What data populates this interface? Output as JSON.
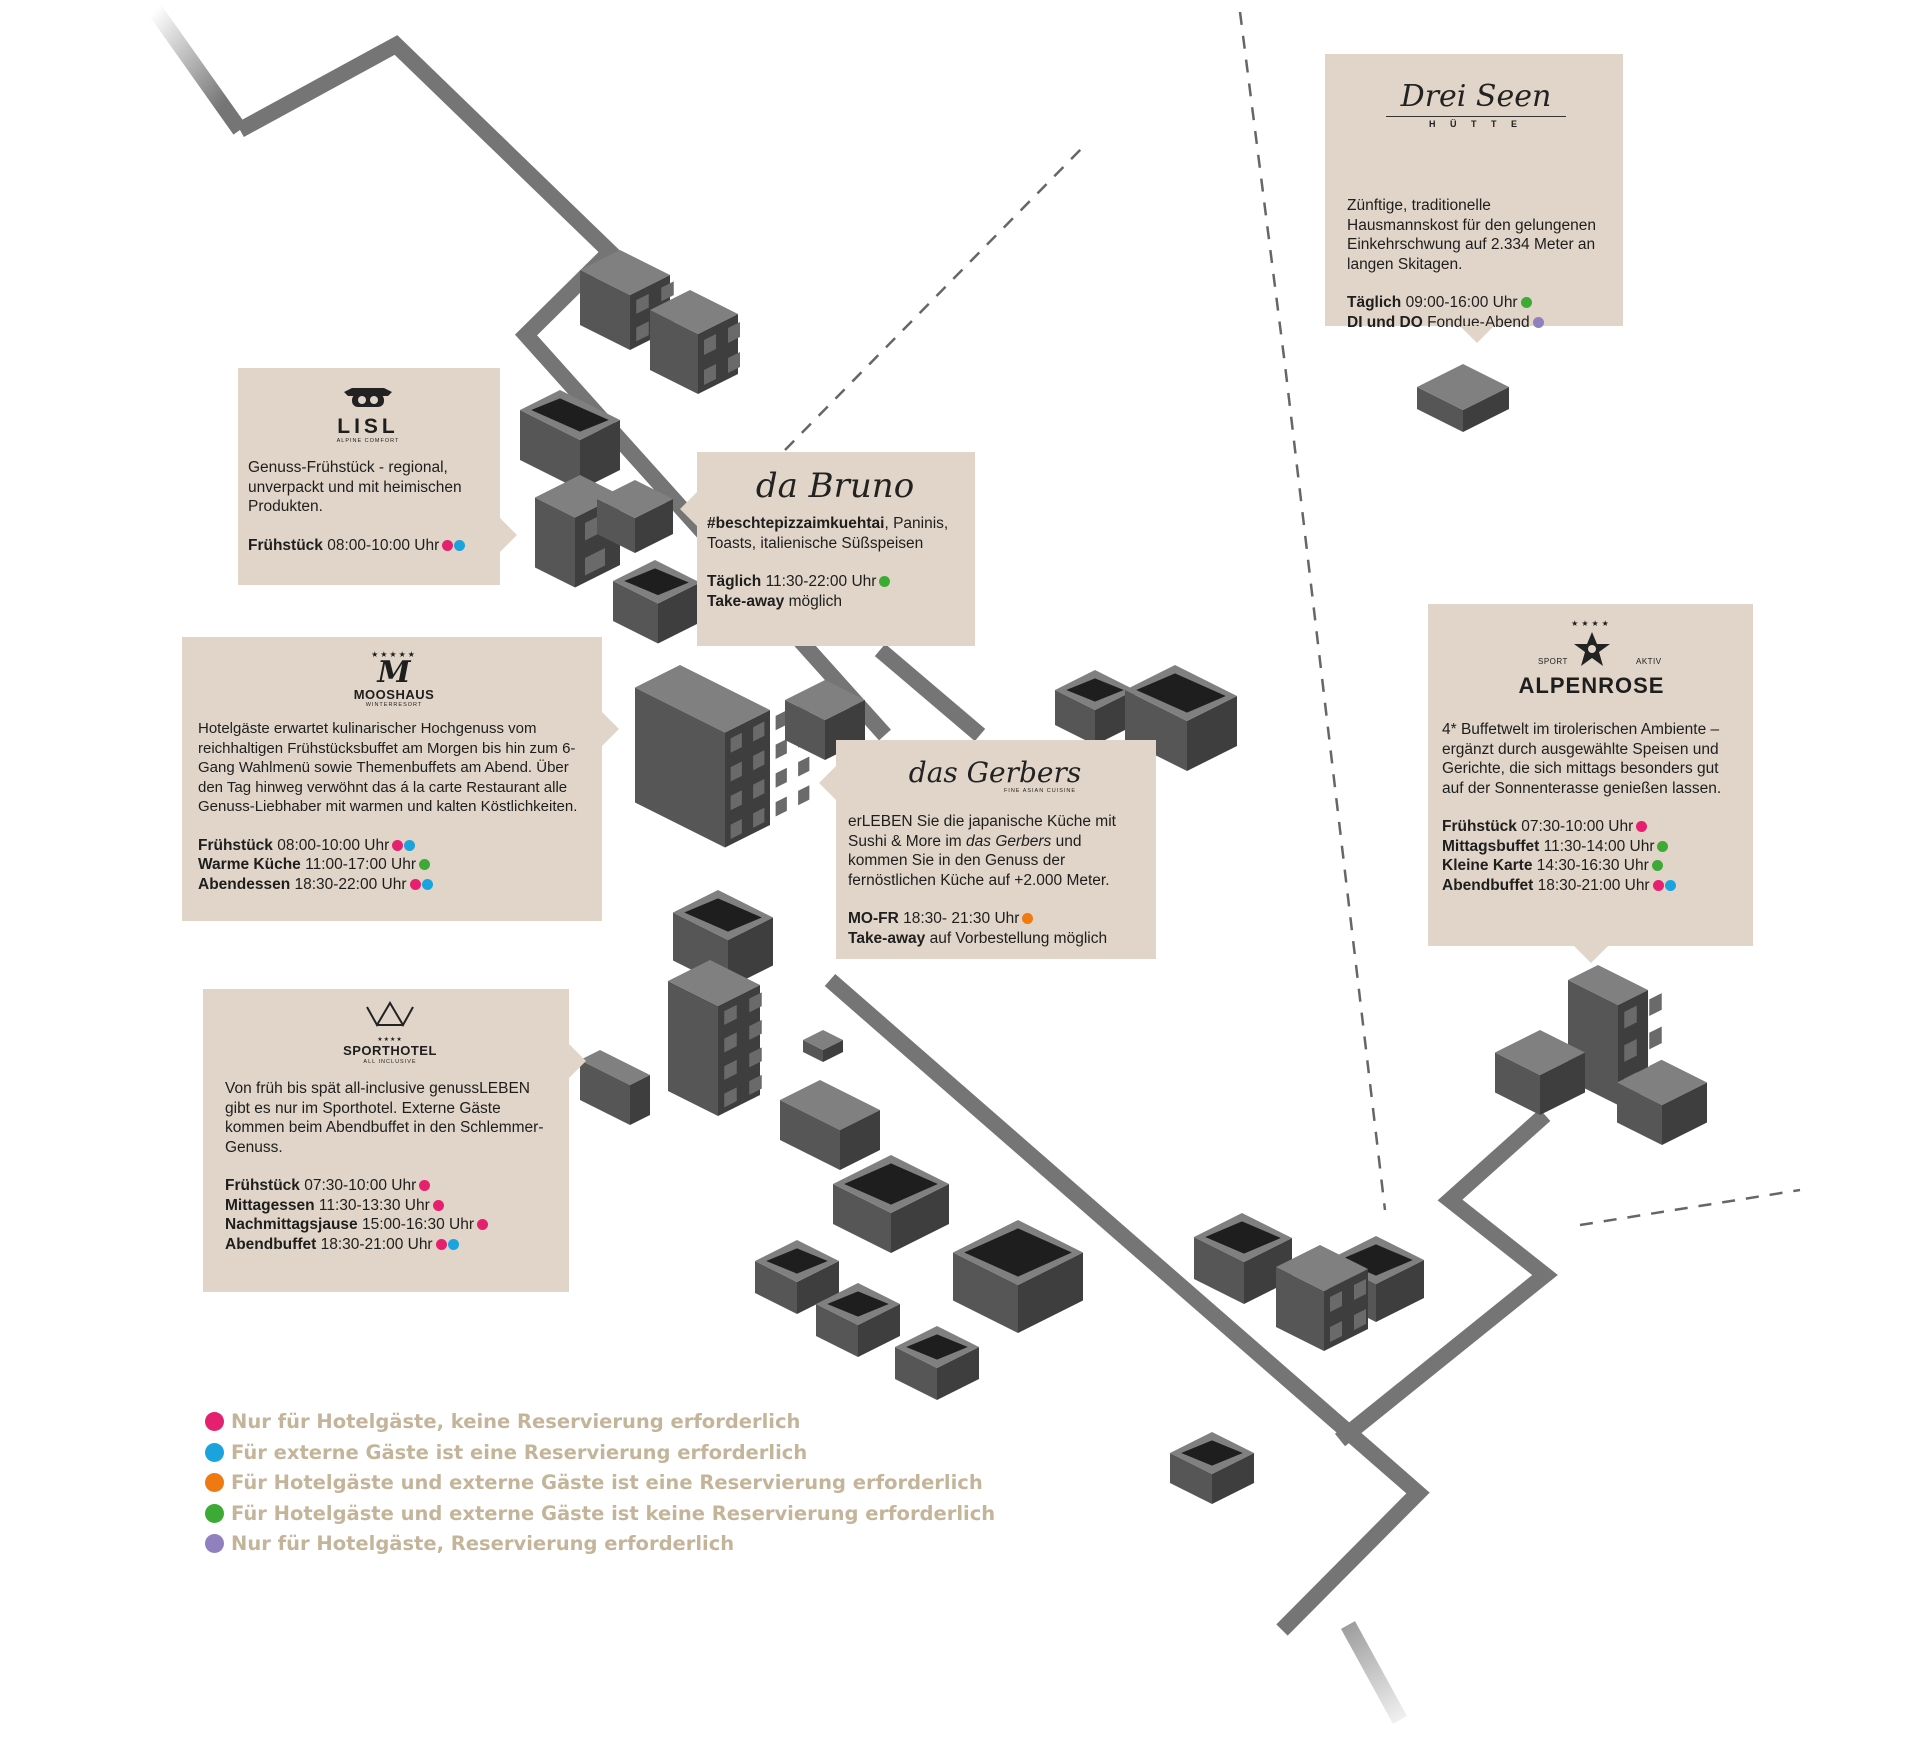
{
  "colors": {
    "card_bg": "#e0d5c8",
    "road": "#757575",
    "building_top": "#808080",
    "building_left": "#565656",
    "building_right": "#3e3e3e",
    "pit": "#1e1e1e",
    "legend_text": "#c4b59a",
    "dot_magenta": "#e5206e",
    "dot_cyan": "#1ba3dd",
    "dot_orange": "#ee7a11",
    "dot_green": "#3daa35",
    "dot_violet": "#9080bd"
  },
  "venues": {
    "dreiseen": {
      "logo_script": "Drei Seen",
      "logo_sub": "H Ü T T E",
      "description": "Zünftige, traditionelle Hausmannskost für den gelungenen Einkehrschwung auf 2.334 Meter an langen Skitagen.",
      "hours": [
        {
          "label": "Täglich",
          "value": "09:00-16:00 Uhr",
          "dots": [
            "green"
          ]
        },
        {
          "label": "DI und DO",
          "value": "Fondue-Abend",
          "dots": [
            "violet"
          ]
        }
      ]
    },
    "lisl": {
      "icon": "goggles-sheep-icon",
      "logo_word": "LISL",
      "logo_sub": "ALPINE COMFORT",
      "description": "Genuss-Frühstück - regional, unverpackt und mit heimischen Produkten.",
      "hours": [
        {
          "label": "Frühstück",
          "value": "08:00-10:00 Uhr",
          "dots": [
            "magenta",
            "cyan"
          ]
        }
      ]
    },
    "dabruno": {
      "logo_script": "da Bruno",
      "description_bold": "#beschtepizzaimkuehtai",
      "description": ", Paninis, Toasts, italienische Süßspeisen",
      "hours": [
        {
          "label": "Täglich",
          "value": "11:30-22:00 Uhr",
          "dots": [
            "green"
          ]
        },
        {
          "label": "Take-away",
          "value": "möglich",
          "dots": []
        }
      ]
    },
    "mooshaus": {
      "icon": "m-crest-icon",
      "logo_word": "MOOSHAUS",
      "logo_sub": "WINTERRESORT",
      "description": "Hotelgäste erwartet kulinarischer Hochgenuss vom reichhaltigen Frühstücksbuffet am Morgen bis hin zum 6-Gang Wahlmenü sowie Themenbuffets am Abend. Über den Tag hinweg verwöhnt das á la carte Restaurant alle Genuss-Liebhaber mit warmen und kalten Köstlichkeiten.",
      "hours": [
        {
          "label": "Frühstück",
          "value": "08:00-10:00 Uhr",
          "dots": [
            "magenta",
            "cyan"
          ]
        },
        {
          "label": "Warme Küche",
          "value": "11:00-17:00 Uhr",
          "dots": [
            "green"
          ]
        },
        {
          "label": "Abendessen",
          "value": "18:30-22:00 Uhr",
          "dots": [
            "magenta",
            "cyan"
          ]
        }
      ]
    },
    "gerbers": {
      "logo_script": "das Gerbers",
      "logo_sub": "FINE ASIAN CUISINE",
      "description_a": "erLEBEN Sie die japanische Küche mit Sushi & More im ",
      "description_em": "das Gerbers",
      "description_b": " und kommen Sie in den Genuss der fernöstlichen Küche auf +2.000 Meter.",
      "hours": [
        {
          "label": "MO-FR",
          "value": "18:30- 21:30 Uhr",
          "dots": [
            "orange"
          ]
        },
        {
          "label": "Take-away",
          "value": "auf Vorbestellung möglich",
          "dots": []
        }
      ]
    },
    "alpenrose": {
      "icon": "star-flower-icon",
      "logo_left": "SPORT",
      "logo_right": "AKTIV",
      "logo_word": "ALPENROSE",
      "description": "4* Buffetwelt im tirolerischen Ambiente – ergänzt durch ausgewählte Speisen und Gerichte, die sich mittags besonders gut auf der Sonnenterasse genießen lassen.",
      "hours": [
        {
          "label": "Frühstück",
          "value": "07:30-10:00 Uhr",
          "dots": [
            "magenta"
          ]
        },
        {
          "label": "Mittagsbuffet",
          "value": "11:30-14:00 Uhr",
          "dots": [
            "green"
          ]
        },
        {
          "label": "Kleine Karte",
          "value": "14:30-16:30 Uhr",
          "dots": [
            "green"
          ]
        },
        {
          "label": "Abendbuffet",
          "value": "18:30-21:00 Uhr",
          "dots": [
            "magenta",
            "cyan"
          ]
        }
      ]
    },
    "sporthotel": {
      "icon": "crown-icon",
      "logo_word": "SPORTHOTEL",
      "logo_sub": "ALL INCLUSIVE",
      "description": "Von früh bis spät all-inclusive genussLEBEN gibt es nur im Sporthotel. Externe Gäste kommen beim Abendbuffet in den Schlemmer-Genuss.",
      "hours": [
        {
          "label": "Frühstück",
          "value": "07:30-10:00 Uhr",
          "dots": [
            "magenta"
          ]
        },
        {
          "label": "Mittagessen",
          "value": "11:30-13:30 Uhr",
          "dots": [
            "magenta"
          ]
        },
        {
          "label": "Nachmittagsjause",
          "value": "15:00-16:30 Uhr",
          "dots": [
            "magenta"
          ]
        },
        {
          "label": "Abendbuffet",
          "value": "18:30-21:00 Uhr",
          "dots": [
            "magenta",
            "cyan"
          ]
        }
      ]
    }
  },
  "legend": [
    {
      "color": "#e5206e",
      "label": "Nur für Hotelgäste, keine Reservierung erforderlich"
    },
    {
      "color": "#1ba3dd",
      "label": "Für externe Gäste ist eine Reservierung erforderlich"
    },
    {
      "color": "#ee7a11",
      "label": "Für Hotelgäste und externe Gäste ist eine Reservierung erforderlich"
    },
    {
      "color": "#3daa35",
      "label": "Für Hotelgäste und externe Gäste ist keine Reservierung erforderlich"
    },
    {
      "color": "#9080bd",
      "label": "Nur für Hotelgäste, Reservierung erforderlich"
    }
  ]
}
